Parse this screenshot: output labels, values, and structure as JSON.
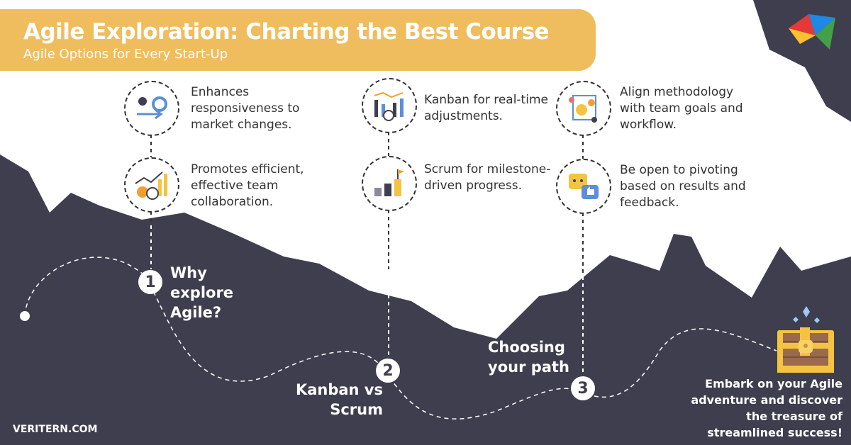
{
  "header": {
    "title": "Agile Exploration: Charting the Best Course",
    "subtitle": "Agile Options for Every Start-Up"
  },
  "steps": [
    {
      "number": "1",
      "label": "Why explore Agile?",
      "notes": [
        "Enhances responsiveness to market changes.",
        "Promotes efficient, effective team collaboration."
      ],
      "icons": [
        "team-gears-icon",
        "growth-chart-gears-icon"
      ]
    },
    {
      "number": "2",
      "label": "Kanban vs Scrum",
      "notes": [
        "Kanban for real-time adjustments.",
        "Scrum for milestone-driven progress."
      ],
      "icons": [
        "kanban-board-icon",
        "milestone-flag-icon"
      ]
    },
    {
      "number": "3",
      "label": "Choosing your path",
      "notes": [
        "Align methodology with team goals and workflow.",
        "Be open to pivoting based on results and feedback."
      ],
      "icons": [
        "workflow-cycle-icon",
        "feedback-icon"
      ]
    }
  ],
  "footer": {
    "brand": "VERITERN.COM",
    "closing": "Embark on your Agile adventure and discover the treasure of streamlined success!"
  },
  "colors": {
    "banner": "#f0bd5e",
    "mountain": "#3f3e4e",
    "accent": "#f5c342"
  }
}
